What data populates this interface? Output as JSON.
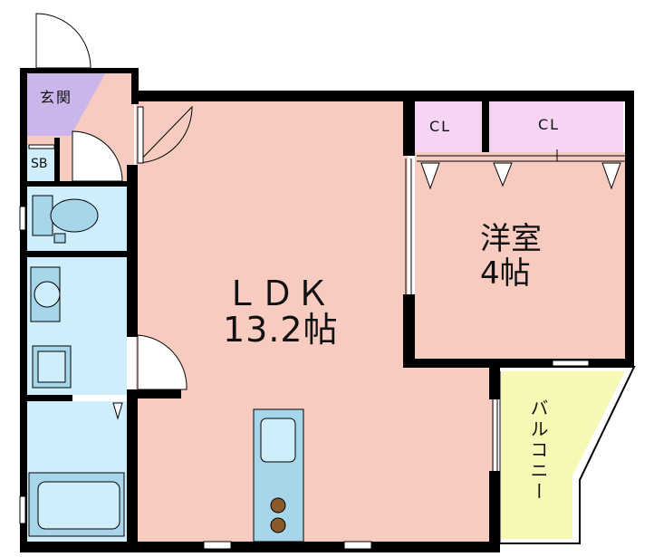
{
  "rooms": {
    "genkan": "玄関",
    "sb": "SB",
    "ldk_name": "ＬＤＫ",
    "ldk_size": "13.2帖",
    "youshitsu_name": "洋室",
    "youshitsu_size": "4帖",
    "cl1": "CL",
    "cl2": "CL",
    "balcony": "バルコニー"
  },
  "colors": {
    "wall": "#000000",
    "living": "#f8cbc0",
    "water": "#cfeefb",
    "closet": "#f6d4f3",
    "entrance": "#cbb6ec",
    "balcony": "#f8f8b6",
    "fixture": "#a7d6ea"
  }
}
